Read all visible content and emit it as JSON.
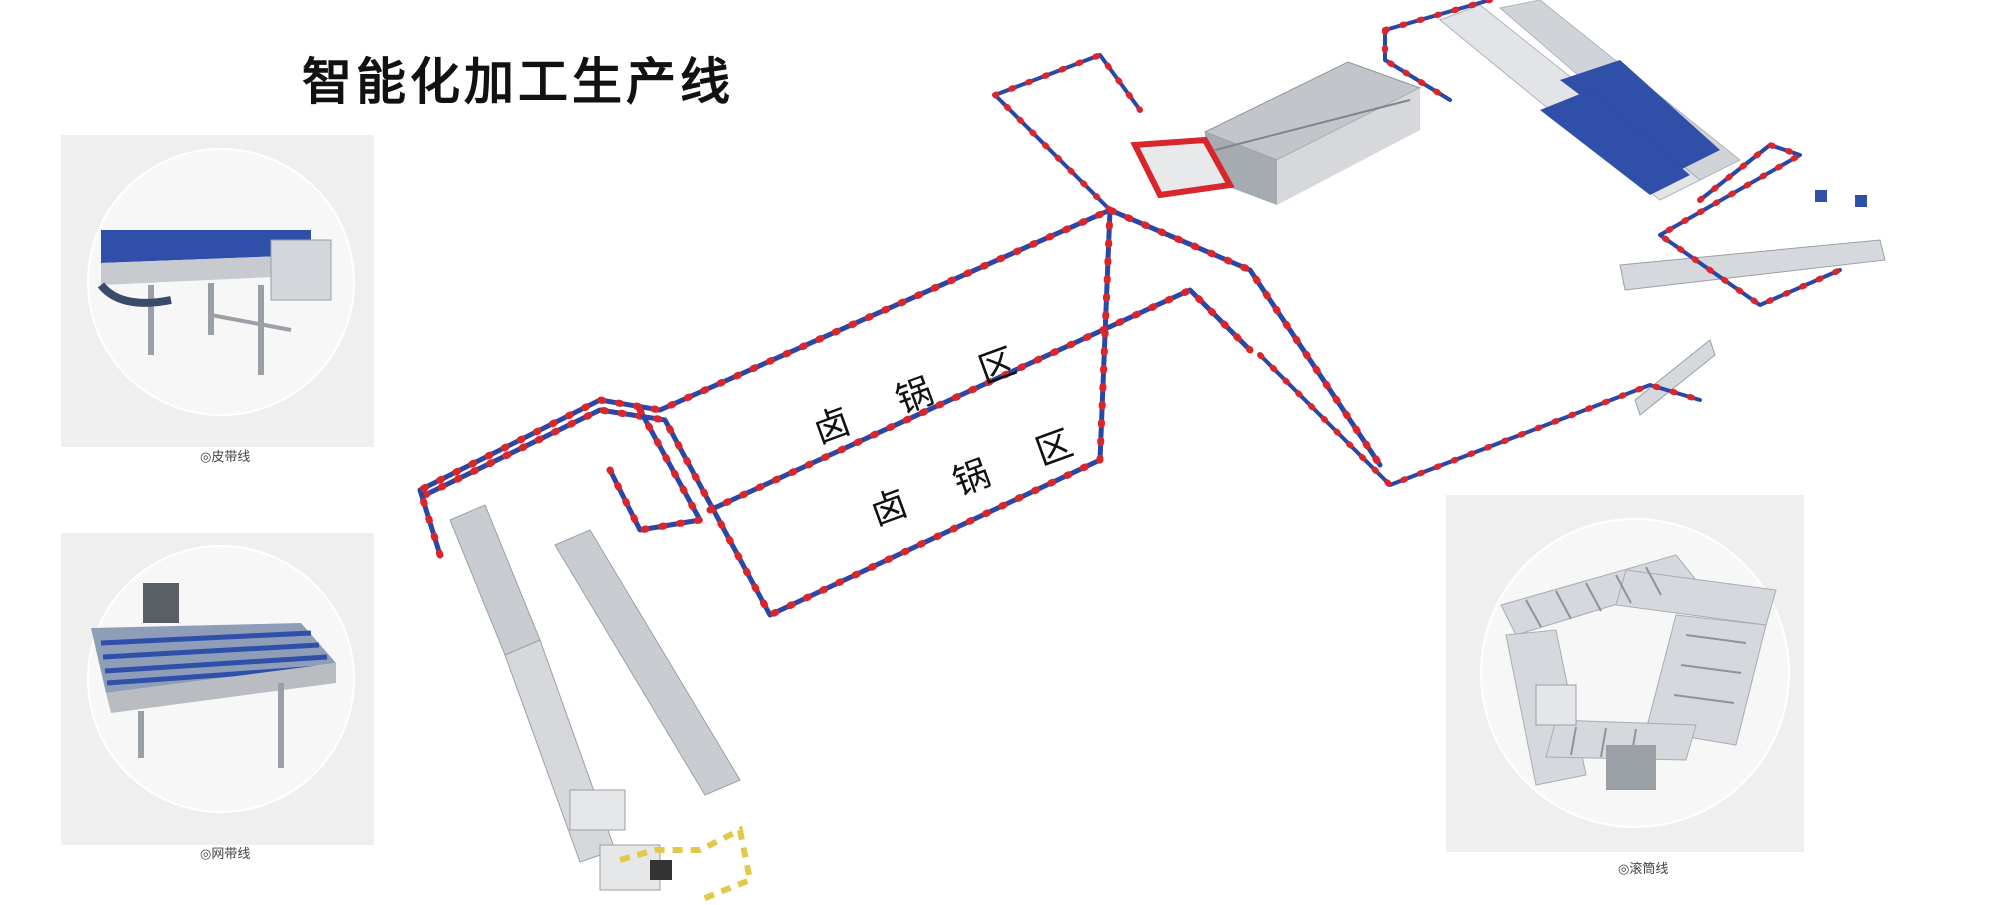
{
  "page": {
    "title": "智能化加工生产线"
  },
  "photos": [
    {
      "label": "◎皮带线",
      "icon": "belt-conveyor"
    },
    {
      "label": "◎网带线",
      "icon": "mesh-belt-conveyor"
    },
    {
      "label": "◎滚筒线",
      "icon": "roller-conveyor"
    }
  ],
  "zones": [
    {
      "label": "卤锅区"
    },
    {
      "label": "卤锅区"
    }
  ],
  "colors": {
    "rail": "#2a47a8",
    "carrier": "#d9262c",
    "machine": "#b9bdc2",
    "panel": "#efefef"
  }
}
